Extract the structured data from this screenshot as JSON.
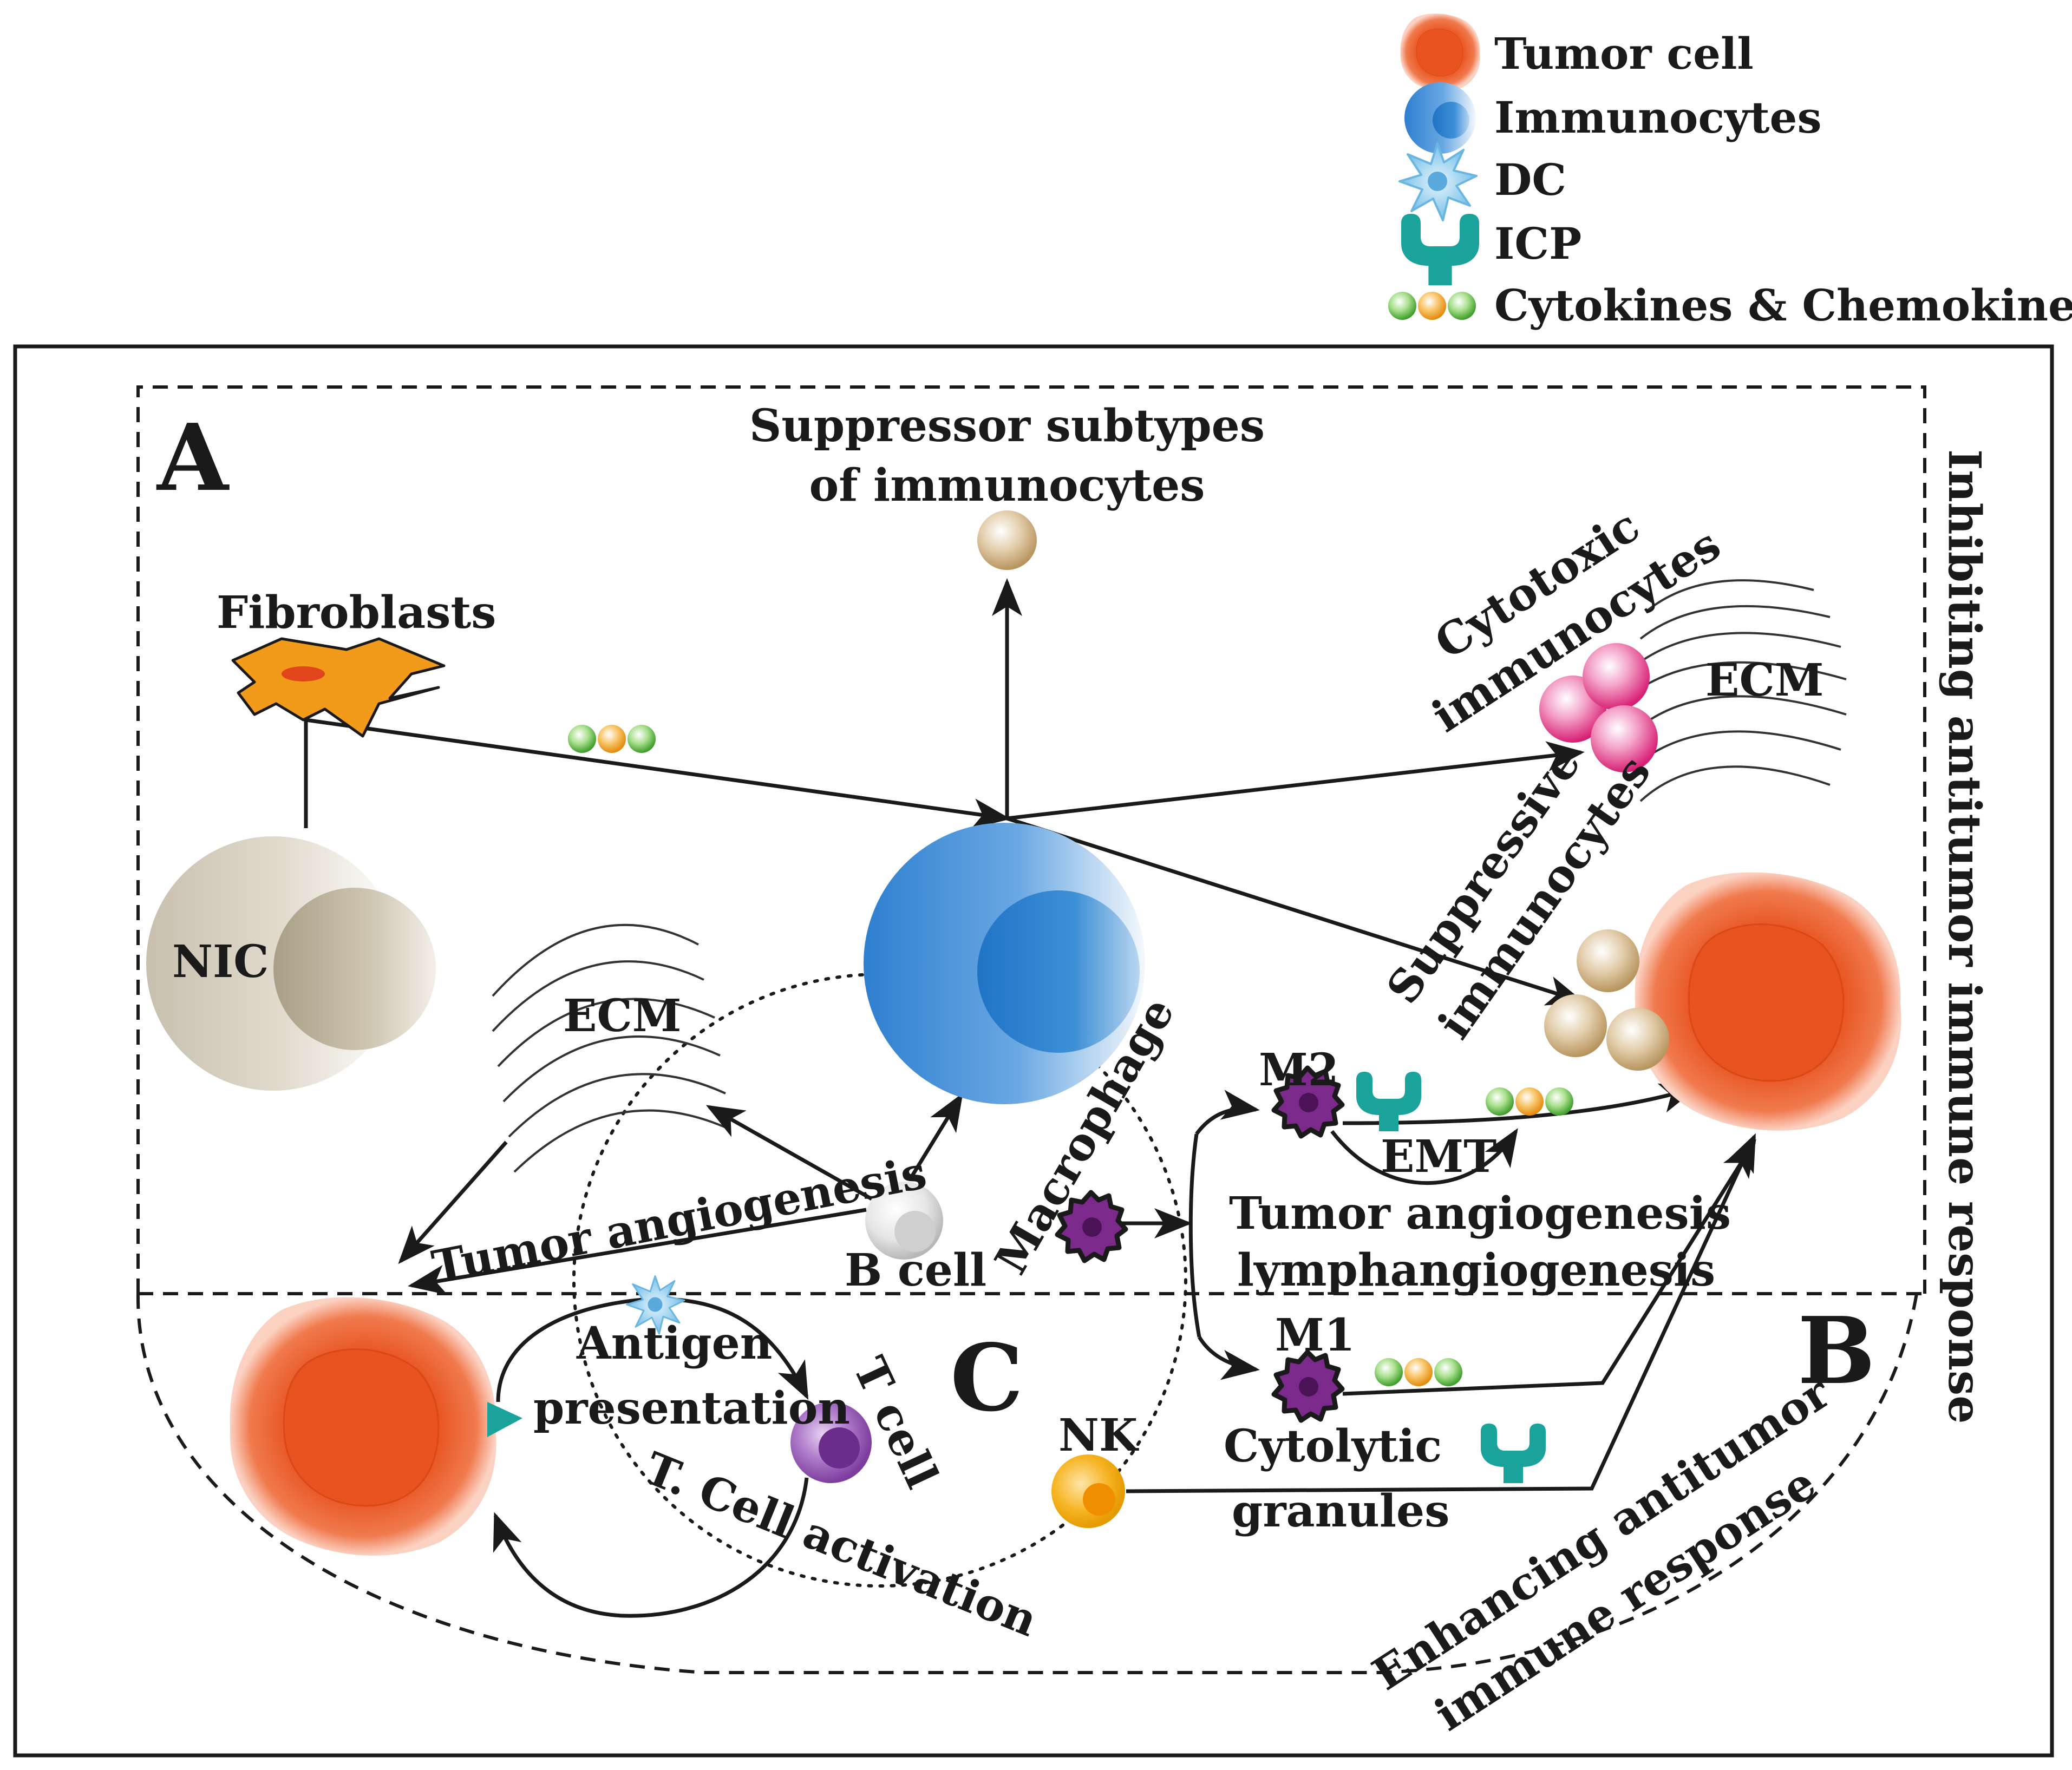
{
  "legend": {
    "items": [
      {
        "label": "Tumor cell",
        "icon": "tumor-cell-icon"
      },
      {
        "label": "Immunocytes",
        "icon": "immunocyte-icon"
      },
      {
        "label": "DC",
        "icon": "dendritic-cell-icon"
      },
      {
        "label": "ICP",
        "icon": "immune-checkpoint-icon"
      },
      {
        "label": "Cytokines & Chemokines",
        "icon": "cytokines-icon"
      }
    ]
  },
  "regions": {
    "a": "A",
    "b": "B",
    "c": "C",
    "inhibiting": "Inhibiting antitumor immune response",
    "enhancing_line1": "Enhancing antitumor",
    "enhancing_line2": "immune response"
  },
  "labels": {
    "suppressor_line1": "Suppressor subtypes",
    "suppressor_line2": "of immunocytes",
    "fibroblasts": "Fibroblasts",
    "cytotoxic_line1": "Cytotoxic",
    "cytotoxic_line2": "immunocytes",
    "ecm": "ECM",
    "nic": "NIC",
    "suppressive_line1": "Suppressive",
    "suppressive_line2": "immunocytes",
    "m2": "M2",
    "macrophage": "Macrophage",
    "emt": "EMT",
    "tumor_angiogenesis": "Tumor angiogenesis",
    "lymphangiogenesis": "lymphangiogenesis",
    "b_cell": "B cell",
    "m1": "M1",
    "antigen": "Antigen",
    "presentation": "presentation",
    "t_cell": "T cell",
    "t_cell_activation": "T. Cell activation",
    "nk": "NK",
    "cytolytic": "Cytolytic",
    "granules": "granules"
  },
  "colors": {
    "tumor": "#e8531f",
    "immunocyte": "#2e7fd0",
    "dc": "#7ec3ea",
    "icp": "#1aa39a",
    "cytokine_green": "#6cc24a",
    "cytokine_orange": "#f5a623",
    "suppressor": "#c9aa7c",
    "cytotoxic": "#e0408a",
    "macrophage": "#7b2a8c",
    "t_cell": "#9b59b6",
    "nk": "#f5a80f",
    "fibroblast": "#f29a1a"
  }
}
